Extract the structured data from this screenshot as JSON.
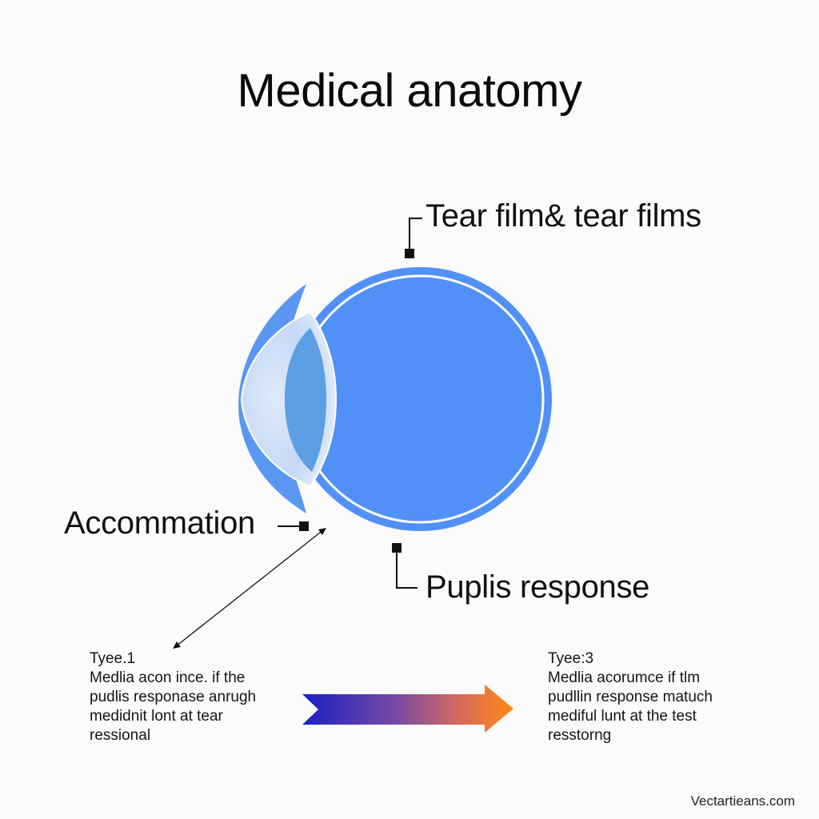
{
  "title": "Medical anatomy",
  "labels": {
    "top": "Tear film& tear films",
    "left": "Accommation",
    "bottom": "Puplis response"
  },
  "notes": {
    "left": {
      "type": "Tyee.1",
      "lines": [
        "Medlia acon ince. if the",
        "pudlis responase anrugh",
        "medidnit lont at tear",
        "ressional"
      ]
    },
    "right": {
      "type": "Tyee:3",
      "lines": [
        "Medlia acorumce if tlm",
        "pudllin response matuch",
        "mediful lunt at the test",
        "resstorng"
      ]
    }
  },
  "footer": "Vectartieans.com",
  "colors": {
    "eye_blue": "#5191f7",
    "eye_rim": "#4f8cf3",
    "lens_blue": "#5d9fe3",
    "arrow_start": "#1a1fc4",
    "arrow_mid": "#8a4a9c",
    "arrow_end": "#ff8a14"
  }
}
